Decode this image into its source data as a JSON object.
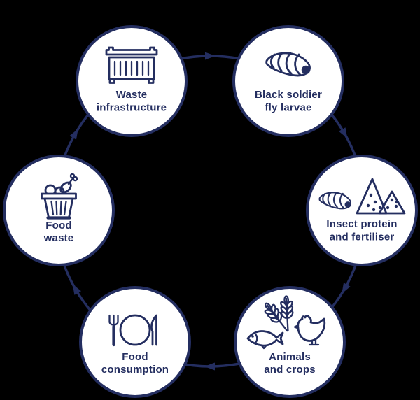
{
  "diagram": {
    "type": "circular-cycle",
    "direction": "clockwise",
    "background_color": "#000000",
    "colors": {
      "navy": "#242e60",
      "circle_fill": "#ffffff"
    },
    "nodes": [
      {
        "id": "waste-infrastructure",
        "label_line1": "Waste",
        "label_line2": "infrastructure",
        "icon": "dumpster-container-icon"
      },
      {
        "id": "black-soldier-fly-larvae",
        "label_line1": "Black soldier",
        "label_line2": "fly larvae",
        "icon": "larva-icon"
      },
      {
        "id": "insect-protein-fertiliser",
        "label_line1": "Insect protein",
        "label_line2": "and fertiliser",
        "icon": "larva-and-fertiliser-piles-icon"
      },
      {
        "id": "animals-and-crops",
        "label_line1": "Animals",
        "label_line2": "and crops",
        "icon": "fish-wheat-chicken-icon"
      },
      {
        "id": "food-consumption",
        "label_line1": "Food",
        "label_line2": "consumption",
        "icon": "plate-fork-knife-icon"
      },
      {
        "id": "food-waste",
        "label_line1": "Food",
        "label_line2": "waste",
        "icon": "bin-with-food-scraps-icon"
      }
    ]
  }
}
